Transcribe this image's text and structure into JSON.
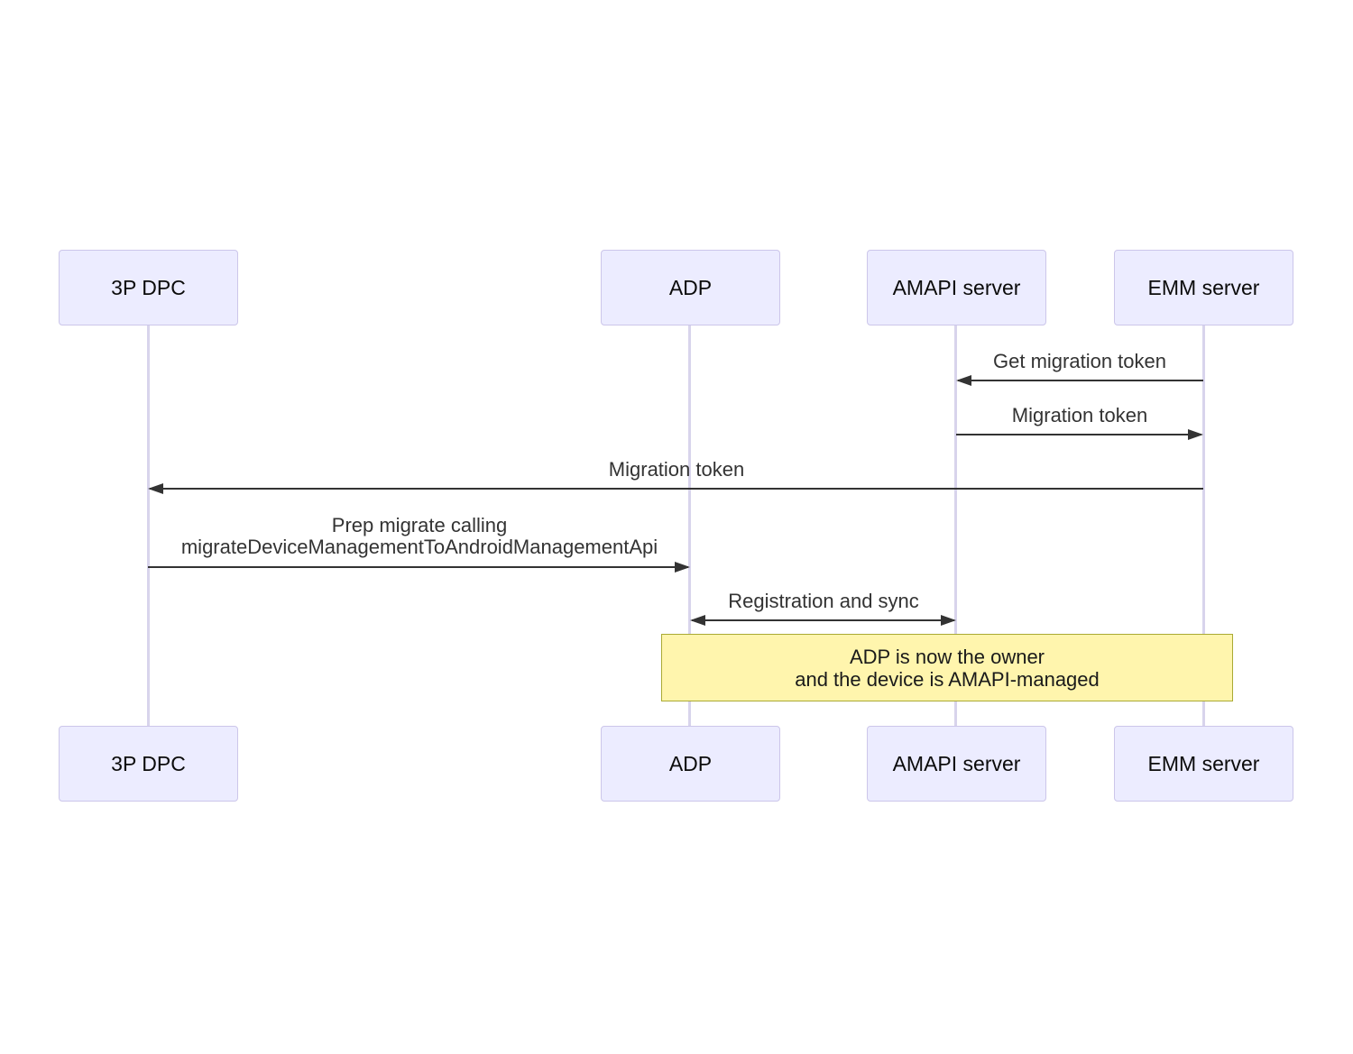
{
  "diagram": {
    "type": "sequence",
    "actors": [
      {
        "label": "3P DPC"
      },
      {
        "label": "ADP"
      },
      {
        "label": "AMAPI server"
      },
      {
        "label": "EMM server"
      }
    ],
    "messages": [
      {
        "from": "EMM server",
        "to": "AMAPI server",
        "arrow": "left",
        "lines": [
          "Get migration token"
        ]
      },
      {
        "from": "AMAPI server",
        "to": "EMM server",
        "arrow": "right",
        "lines": [
          "Migration token"
        ]
      },
      {
        "from": "EMM server",
        "to": "3P DPC",
        "arrow": "left",
        "lines": [
          "Migration token"
        ]
      },
      {
        "from": "3P DPC",
        "to": "ADP",
        "arrow": "right",
        "lines": [
          "Prep migrate calling",
          "migrateDeviceManagementToAndroidManagementApi"
        ]
      },
      {
        "from": "ADP",
        "to": "AMAPI server",
        "arrow": "both",
        "lines": [
          "Registration and sync"
        ]
      }
    ],
    "note": {
      "spans": [
        "ADP",
        "EMM server"
      ],
      "lines": [
        "ADP is now the owner",
        "and the device is AMAPI-managed"
      ]
    },
    "colors": {
      "actor_fill": "#ECECFF",
      "actor_border": "#CCC6EA",
      "lifeline": "#D8D4EC",
      "arrow": "#333333",
      "message_text": "#333333",
      "note_fill": "#FFF5AD",
      "note_border": "#AAAA33"
    }
  }
}
